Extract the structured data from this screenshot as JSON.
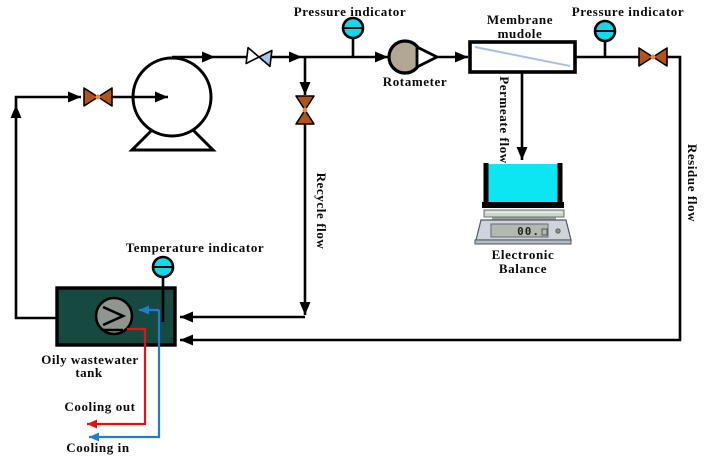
{
  "diagram": {
    "labels": {
      "pressure_indicator_left": "Pressure indicator",
      "pressure_indicator_right": "Pressure indicator",
      "temperature_indicator": "Temperature indicator",
      "membrane_module": [
        "Membrane",
        "mudole"
      ],
      "rotameter": "Rotameter",
      "recycle_flow": "Recycle flow",
      "permeate_flow": "Permeate flow",
      "residue_flow": "Residue flow",
      "electronic_balance": [
        "Electronic",
        "Balance"
      ],
      "oily_wastewater_tank": [
        "Oily wastewater",
        "tank"
      ],
      "cooling_out": "Cooling out",
      "cooling_in": "Cooling in"
    },
    "balance": {
      "display_value": "00."
    },
    "colors": {
      "indicator_fill": "#12d9e8",
      "valve_fill": "#b45318",
      "check_valve_fill": "#a9c5e6",
      "tank_fill": "#164a41",
      "coil_fill": "#8f958f",
      "permeate_liquid": "#0be6f2",
      "membrane_sheet_line": "#a7c0dc",
      "rotameter_fill": "#b2a794",
      "cooling_in_blue": "#1e7fd2",
      "cooling_out_red": "#e51212",
      "line_black": "#000000"
    }
  }
}
